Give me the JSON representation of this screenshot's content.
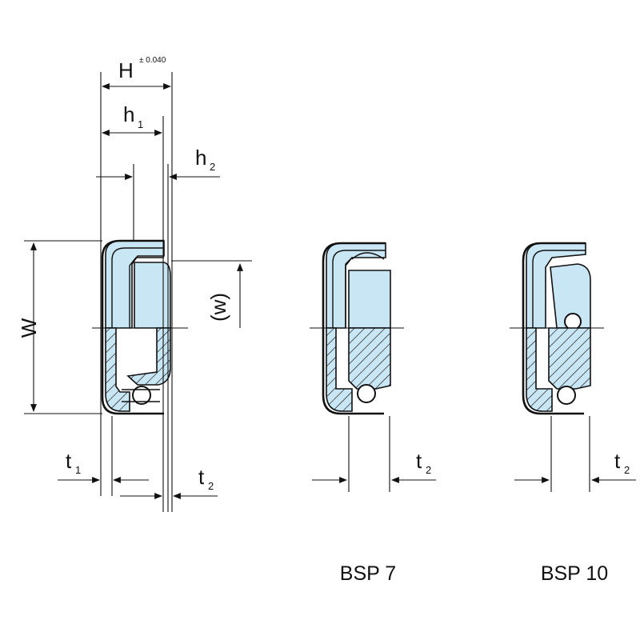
{
  "labels": {
    "H": "H",
    "H_tolerance": "± 0.040",
    "h1_main": "h",
    "h1_sub": "1",
    "h2_main": "h",
    "h2_sub": "2",
    "W": "W",
    "w_paren": "(w)",
    "t1_main": "t",
    "t1_sub": "1",
    "t2_main": "t",
    "t2_sub": "2"
  },
  "captions": {
    "bsp7": "BSP 7",
    "bsp10": "BSP 10"
  },
  "colors": {
    "seal_fill": "#c9e6f4",
    "line": "#111111"
  }
}
